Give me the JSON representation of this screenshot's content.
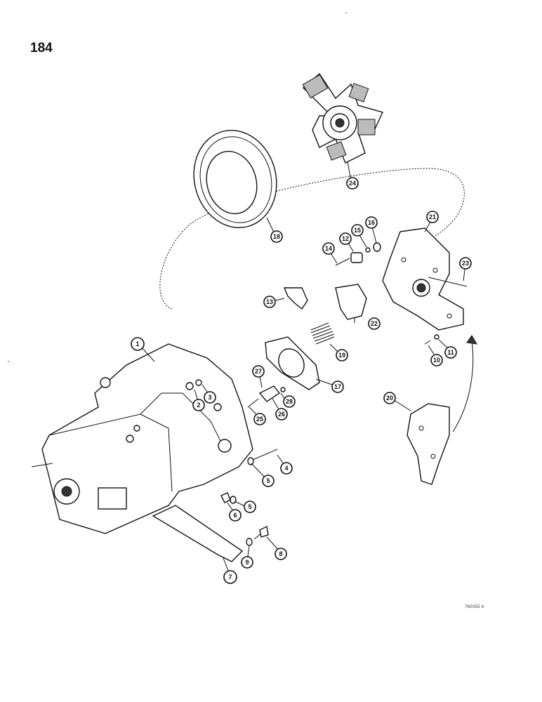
{
  "page_number": "184",
  "drawing_id": "760355 A",
  "callouts": [
    "1",
    "2",
    "3",
    "4",
    "5",
    "5",
    "6",
    "7",
    "8",
    "9",
    "10",
    "11",
    "12",
    "13",
    "14",
    "15",
    "16",
    "17",
    "18",
    "19",
    "20",
    "21",
    "22",
    "23",
    "24",
    "25",
    "26",
    "27",
    "28"
  ]
}
